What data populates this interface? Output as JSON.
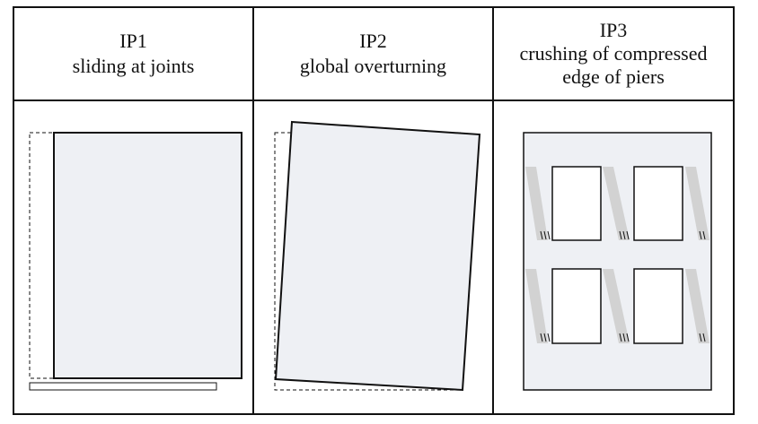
{
  "columns": [
    {
      "code": "IP1",
      "description": [
        "sliding at joints"
      ]
    },
    {
      "code": "IP2",
      "description": [
        "global overturning"
      ]
    },
    {
      "code": "IP3",
      "description": [
        "crushing of compressed",
        "edge of piers"
      ]
    }
  ],
  "colors": {
    "fill": "#eef0f4",
    "crush_band": "#d2d2d2",
    "outline": "#111111"
  }
}
